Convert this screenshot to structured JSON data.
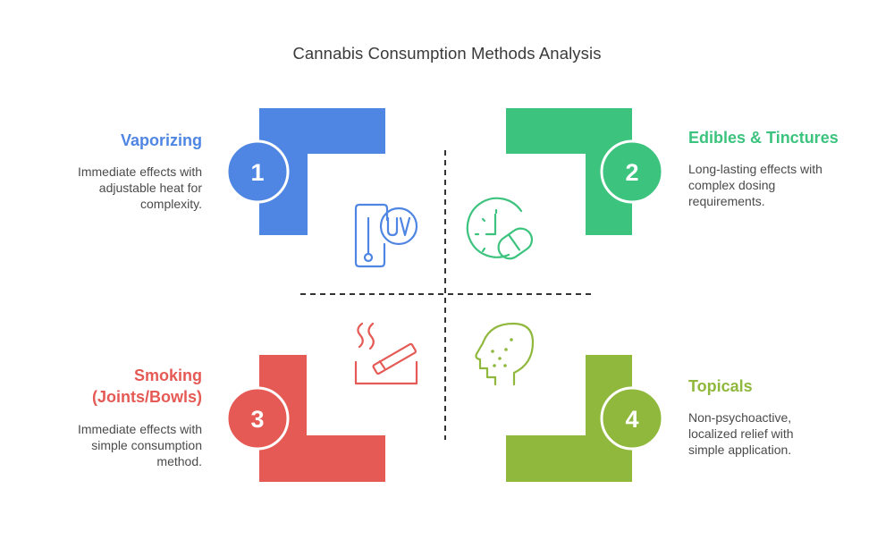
{
  "title": "Cannabis Consumption Methods Analysis",
  "quadrants": [
    {
      "number": "1",
      "heading": "Vaporizing",
      "description": "Immediate effects with adjustable heat for complexity.",
      "color": "#4F86E3",
      "icon": "vaporizer-uv-icon"
    },
    {
      "number": "2",
      "heading": "Edibles & Tinctures",
      "description": "Long-lasting effects with complex dosing requirements.",
      "color": "#3CC37E",
      "icon": "clock-pill-icon"
    },
    {
      "number": "3",
      "heading": "Smoking (Joints/Bowls)",
      "description": "Immediate effects with simple consumption method.",
      "color": "#E55A55",
      "icon": "cigarette-smoke-icon"
    },
    {
      "number": "4",
      "heading": "Topicals",
      "description": "Non-psychoactive, localized relief with simple application.",
      "color": "#8FB83C",
      "icon": "face-skin-icon"
    }
  ]
}
